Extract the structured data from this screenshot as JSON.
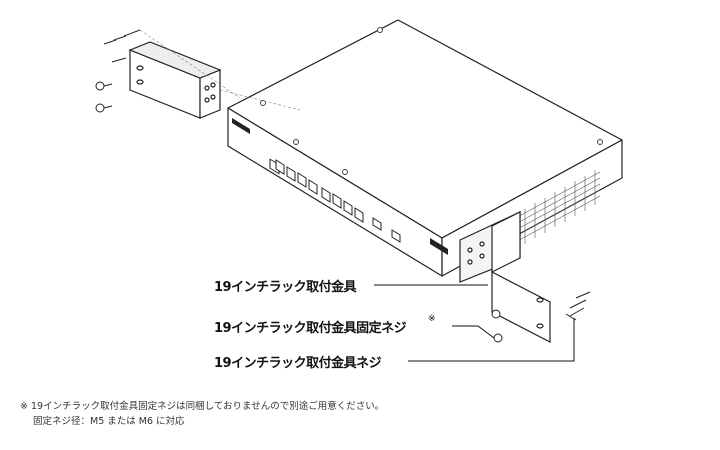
{
  "labels": {
    "bracket": "19インチラック取付金具",
    "fixing_screw": "19インチラック取付金具固定ネジ",
    "fixing_screw_mark": "※",
    "bracket_screw": "19インチラック取付金具ネジ"
  },
  "note": {
    "line1": "※ 19インチラック取付金具固定ネジは同梱しておりませんので別途ご用意ください。",
    "line2": "固定ネジ径：M5 または M6 に対応"
  }
}
